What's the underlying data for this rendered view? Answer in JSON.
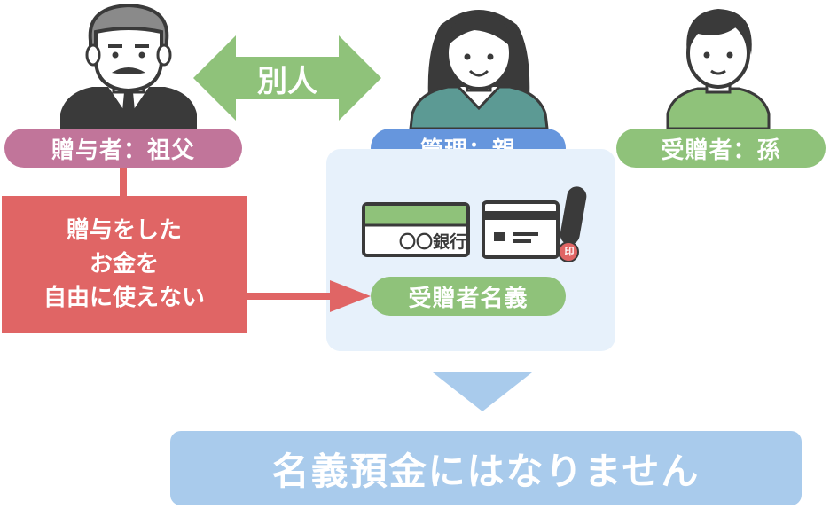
{
  "colors": {
    "donor": "#c1759a",
    "manager": "#6696dd",
    "recipient": "#8fc27a",
    "green_arrow": "#8fc27a",
    "red": "#e06565",
    "panel": "#e7f1fb",
    "result": "#a9cbec",
    "dark": "#3a3a3a"
  },
  "donor": {
    "label": "贈与者：祖父"
  },
  "manager": {
    "label": "管理：親"
  },
  "recipient": {
    "label": "受贈者：孫"
  },
  "separate_arrow": {
    "label": "別人"
  },
  "red_note": {
    "lines": [
      "贈与をした",
      "お金を",
      "自由に使えない"
    ]
  },
  "passbook": {
    "bank_name": "〇〇銀行"
  },
  "seal": {
    "mark": "印"
  },
  "account_label": "受贈者名義",
  "result": {
    "label": "名義預金にはなりません"
  }
}
